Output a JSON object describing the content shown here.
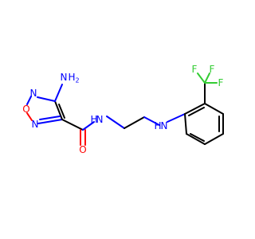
{
  "colors": {
    "carbon_bond": "#000000",
    "nitrogen": "#0000ff",
    "oxygen": "#ff0000",
    "fluorine": "#33cc33",
    "background": "#ffffff"
  },
  "atoms": {
    "nh2_n": "N",
    "nh2_h": "H",
    "nh2_sub": "2",
    "ring_n_top": "N",
    "ring_o": "O",
    "ring_n_bottom": "N",
    "amide_n": "N",
    "amide_h": "H",
    "amide_o": "O",
    "amine_n": "N",
    "amine_h": "H",
    "f_top_left": "F",
    "f_top_right": "F",
    "f_right": "F"
  }
}
